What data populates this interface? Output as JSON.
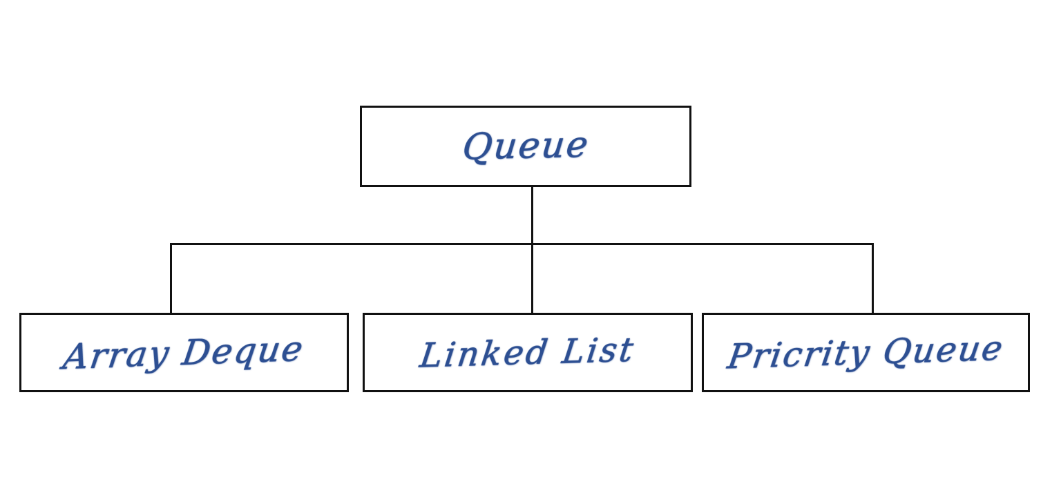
{
  "diagram": {
    "title": "Queue",
    "type": "hierarchy-tree",
    "style": "hand-drawn",
    "ink_color": "#2d4f92",
    "line_color": "#111111",
    "background_color": "#ffffff",
    "root": {
      "id": "root",
      "label": "Queue"
    },
    "children": [
      {
        "id": "c0",
        "label": "Array Deque"
      },
      {
        "id": "c1",
        "label": "Linked List"
      },
      {
        "id": "c2",
        "label": "Pricrity Queue"
      }
    ],
    "edges": [
      {
        "from": "Queue",
        "to": "Array Deque"
      },
      {
        "from": "Queue",
        "to": "Linked List"
      },
      {
        "from": "Queue",
        "to": "Pricrity Queue"
      }
    ]
  }
}
